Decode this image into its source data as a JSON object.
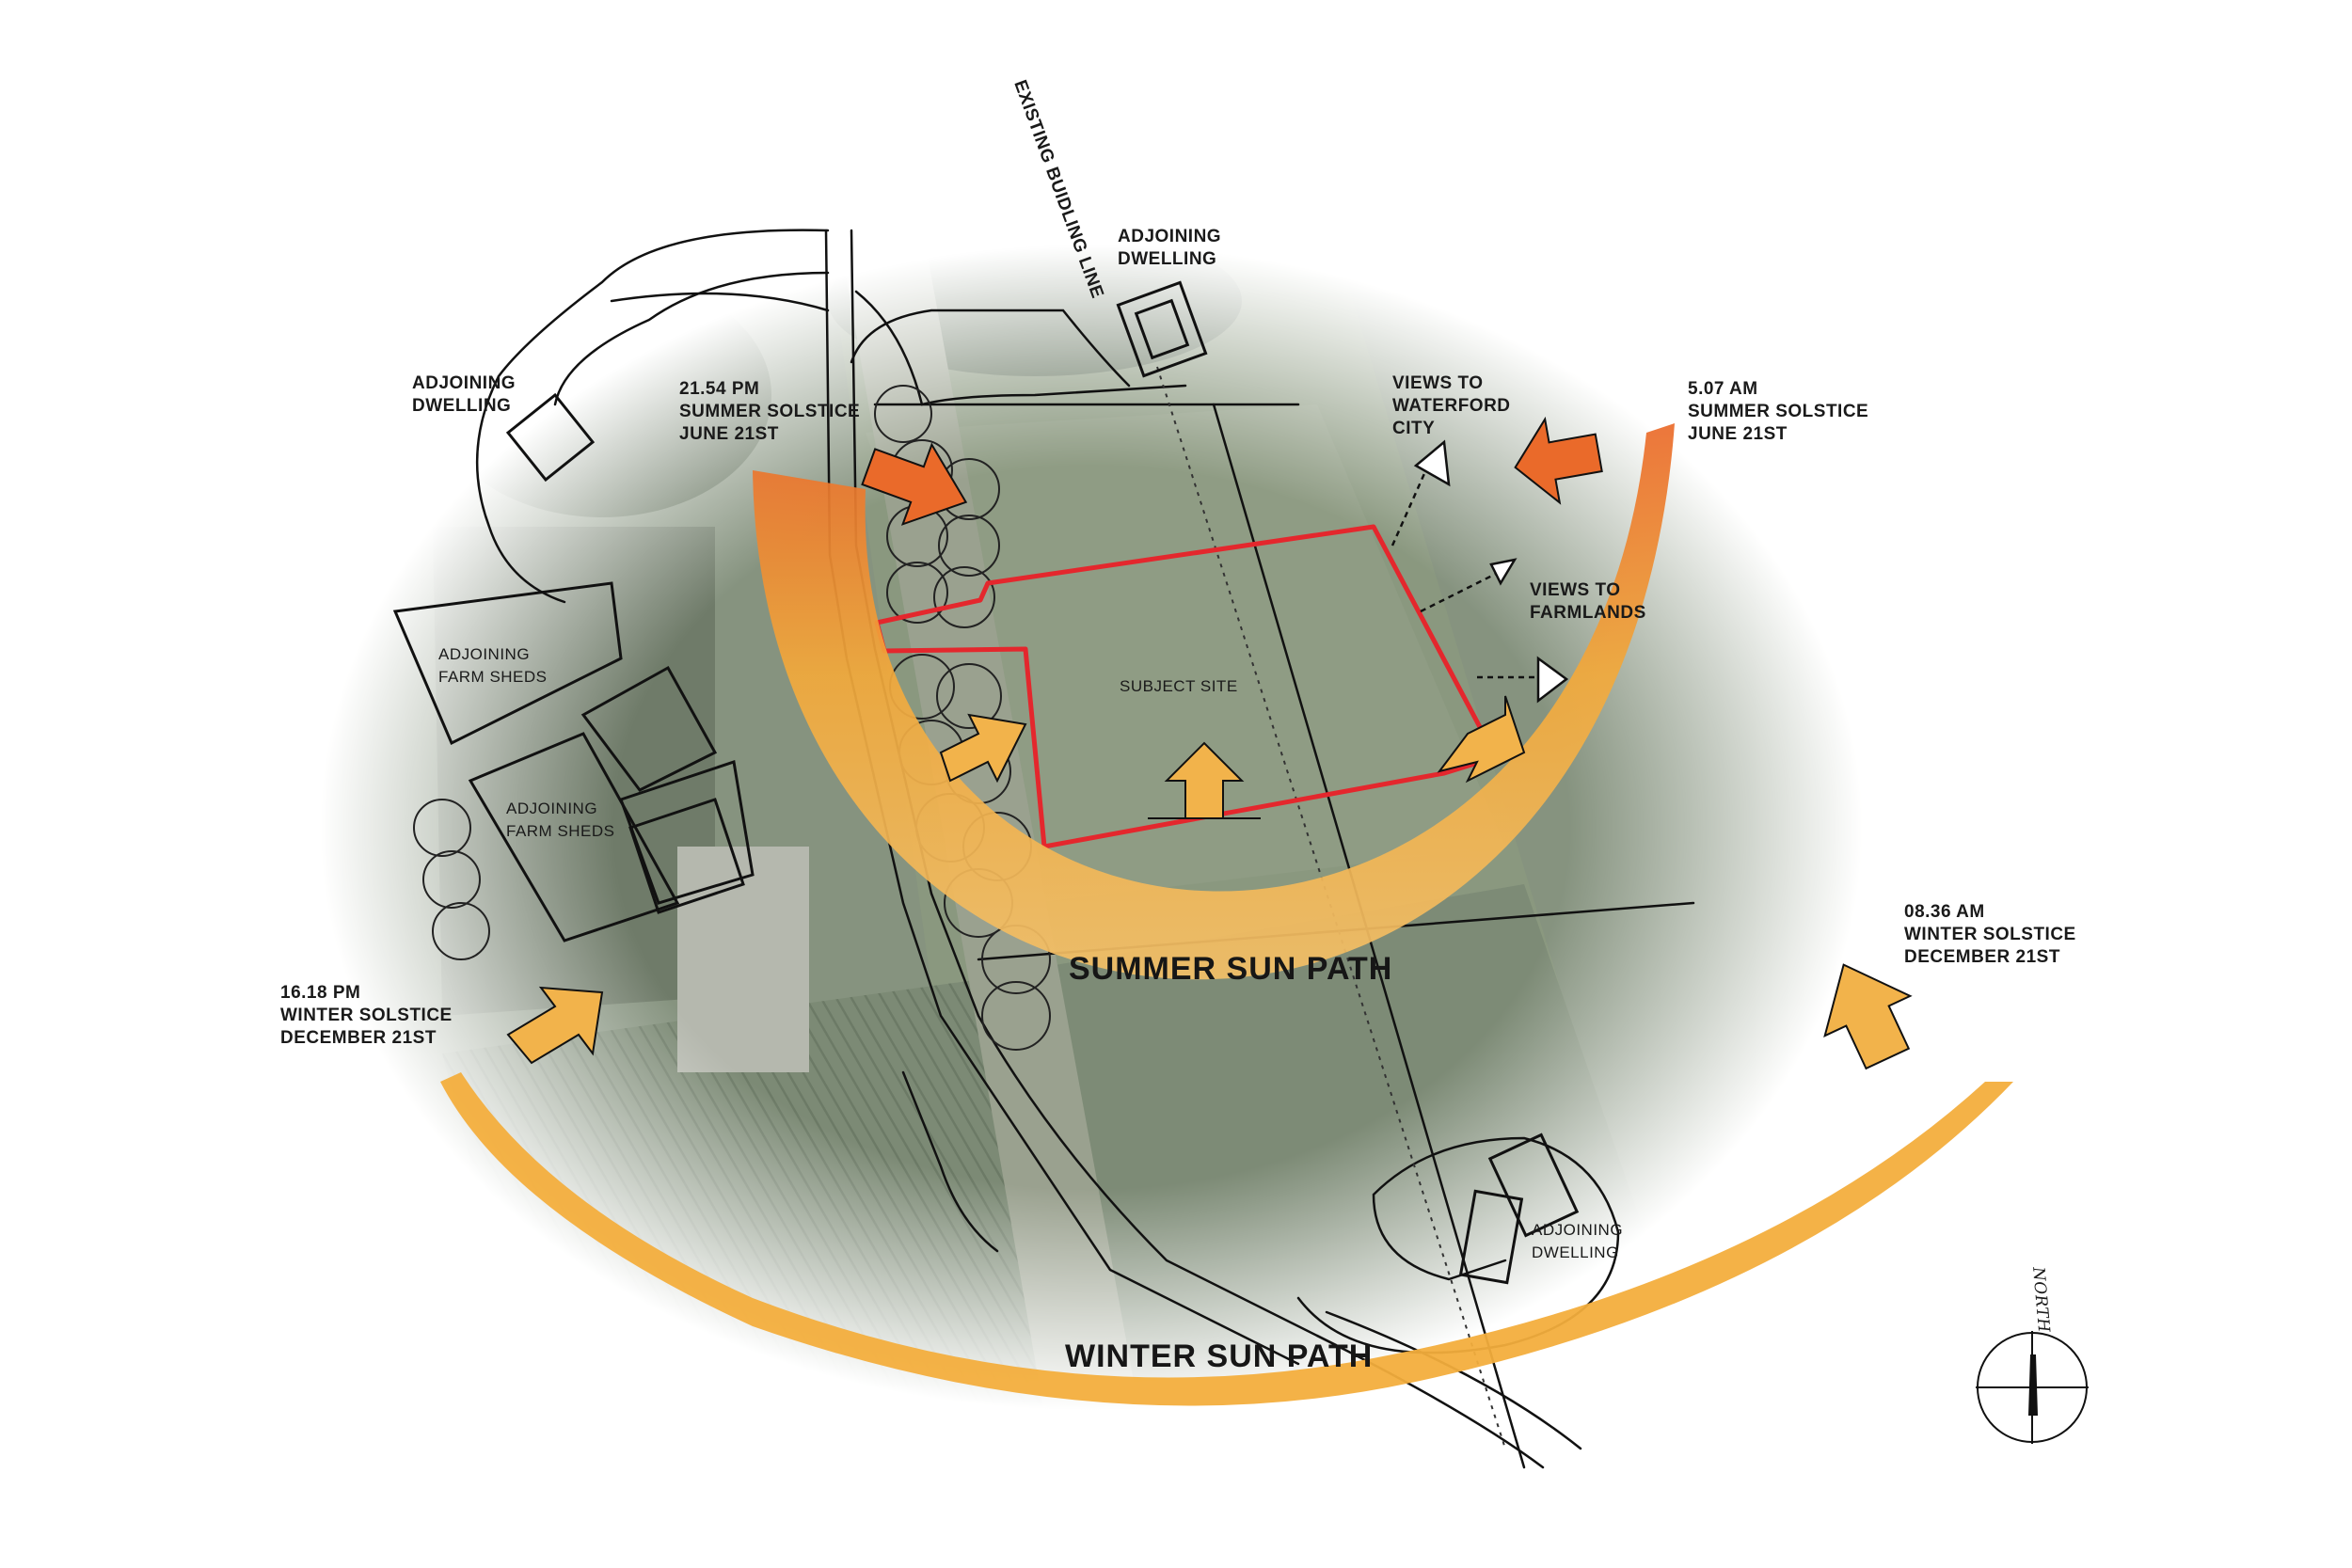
{
  "labels": {
    "existing_building_line": "EXISTING BUIDLING LINE",
    "dwelling_north": "ADJOINING\nDWELLING",
    "dwelling_west": "ADJOINING\nDWELLING",
    "dwelling_south": "ADJOINING\nDWELLING",
    "sheds_upper": "ADJOINING\nFARM SHEDS",
    "sheds_lower": "ADJOINING\nFARM SHEDS",
    "subject_site": "SUBJECT SITE",
    "views_waterford": "VIEWS TO\nWATERFORD\nCITY",
    "views_farmlands": "VIEWS TO\nFARMLANDS",
    "summer_sunset": "21.54 PM\nSUMMER SOLSTICE\nJUNE 21ST",
    "summer_sunrise": "5.07 AM\nSUMMER SOLSTICE\nJUNE 21ST",
    "winter_sunset": "16.18 PM\nWINTER SOLSTICE\nDECEMBER 21ST",
    "winter_sunrise": "08.36 AM\nWINTER SOLSTICE\nDECEMBER 21ST",
    "summer_path": "SUMMER SUN PATH",
    "winter_path": "WINTER SUN PATH",
    "north": "North"
  },
  "colors": {
    "aerial_green": "#7f8c78",
    "aerial_dark": "#5e6b58",
    "sun_path": "#f2a93b",
    "sun_path_hot": "#ea6a2a",
    "site_boundary": "#e4272d",
    "sketch_line": "#111111"
  },
  "icons": [
    "sun-ray-arrow-icon",
    "view-arrow-icon",
    "north-arrow-icon",
    "tree-icon"
  ]
}
